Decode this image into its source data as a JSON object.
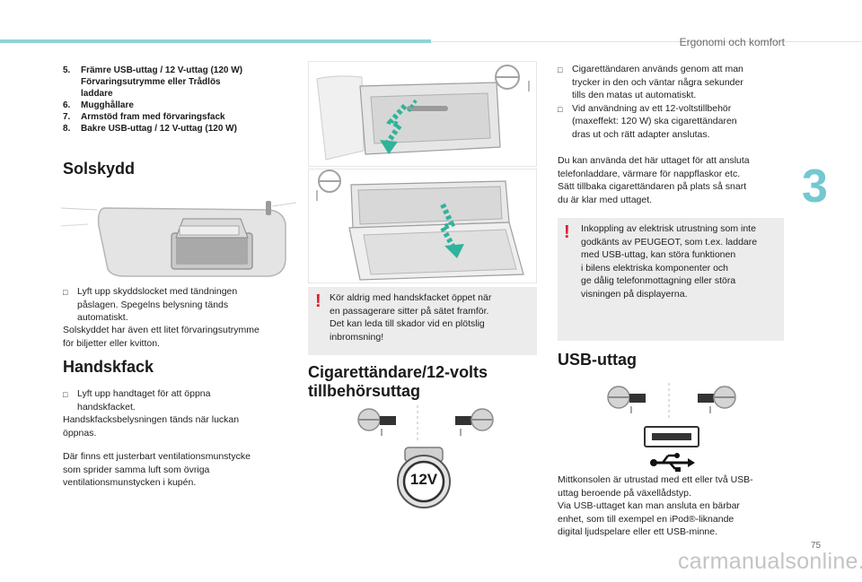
{
  "header": {
    "section_title": "Ergonomi och komfort",
    "chapter_number": "3",
    "page_number": "75",
    "watermark": "carmanualsonline.info"
  },
  "list": [
    {
      "num": "5.",
      "lines": [
        "Främre USB-uttag / 12 V-uttag (120 W)",
        "Förvaringsutrymme eller Trådlös",
        "laddare"
      ]
    },
    {
      "num": "6.",
      "lines": [
        "Mugghållare"
      ]
    },
    {
      "num": "7.",
      "lines": [
        "Armstöd fram med förvaringsfack"
      ]
    },
    {
      "num": "8.",
      "lines": [
        "Bakre USB-uttag / 12 V-uttag (120 W)"
      ]
    }
  ],
  "solskydd": {
    "heading": "Solskydd",
    "bullet_lines": [
      "Lyft upp skyddslocket med tändningen",
      "påslagen. Spegelns belysning tänds",
      "automatiskt."
    ],
    "text_lines": [
      "Solskyddet har även ett litet förvaringsutrymme",
      "för biljetter eller kvitton."
    ]
  },
  "handskfack": {
    "heading": "Handskfack",
    "bullet_lines": [
      "Lyft upp handtaget för att öppna",
      "handskfacket."
    ],
    "text_lines": [
      "Handskfacksbelysningen tänds när luckan",
      "öppnas."
    ],
    "text2_lines": [
      "Där finns ett justerbart ventilationsmunstycke",
      "som sprider samma luft som övriga",
      "ventilationsmunstycken i kupén."
    ]
  },
  "warning1": {
    "lines": [
      "Kör aldrig med handskfacket öppet när",
      "en passagerare sitter på sätet framför.",
      "Det kan leda till skador vid en plötslig",
      "inbromsning!"
    ]
  },
  "cigarette": {
    "heading_lines": [
      "Cigarettändare/12-volts",
      "tillbehörsuttag"
    ],
    "socket_label": "12V"
  },
  "right": {
    "bullet1_lines": [
      "Cigarettändaren används genom att man",
      "trycker in den och väntar några sekunder",
      "tills den matas ut automatiskt."
    ],
    "bullet2_lines": [
      "Vid användning av ett 12-voltstillbehör",
      "(maxeffekt: 120 W) ska cigarettändaren",
      "dras ut och rätt adapter anslutas."
    ],
    "text_lines": [
      "Du kan använda det här uttaget för att ansluta",
      "telefonladdare, värmare för nappflaskor etc.",
      "Sätt tillbaka cigarettändaren på plats så snart",
      "du är klar med uttaget."
    ]
  },
  "warning2": {
    "lines": [
      "Inkoppling av elektrisk utrustning som inte",
      "godkänts av PEUGEOT, som t.ex. laddare",
      "med USB-uttag, kan störa funktionen",
      "i bilens elektriska komponenter och",
      "ge dålig telefonmottagning eller störa",
      "visningen på displayerna."
    ]
  },
  "usb": {
    "heading": "USB-uttag",
    "text_lines": [
      "Mittkonsolen är utrustad med ett eller två USB-",
      "uttag beroende på växellådstyp.",
      "Via USB-uttaget kan man ansluta en bärbar",
      "enhet, som till exempel en iPod®-liknande",
      "digital ljudspelare eller ett USB-minne."
    ]
  },
  "icons": {
    "bullet": "square-bullet",
    "warning": "exclamation-icon",
    "usb": "usb-icon"
  },
  "colors": {
    "accent": "#8fd3d9",
    "chapter": "#74c8d0",
    "warning": "#e0192b",
    "warning_bg": "#ececec",
    "arrow": "#2fb39a"
  }
}
